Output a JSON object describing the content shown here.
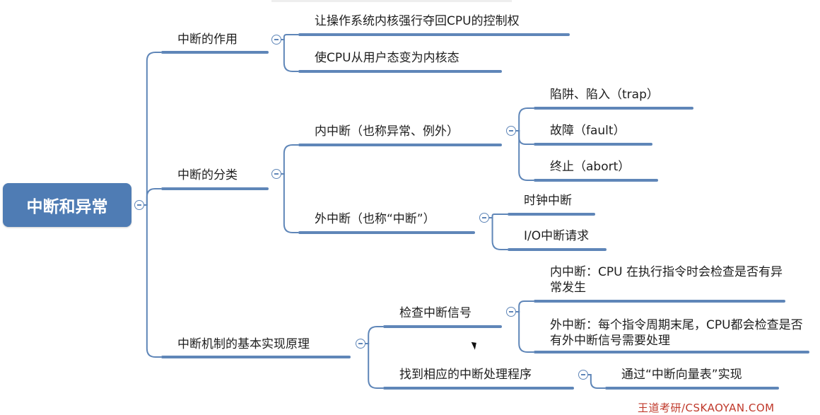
{
  "root": {
    "label": "中断和异常"
  },
  "branches": {
    "role": {
      "label": "中断的作用",
      "items": [
        "让操作系统内核强行夺回CPU的控制权",
        "使CPU从用户态变为内核态"
      ]
    },
    "types": {
      "label": "中断的分类",
      "internal": {
        "label": "内中断（也称异常、例外）",
        "items": [
          "陷阱、陷入（trap）",
          "故障（fault）",
          "终止（abort）"
        ]
      },
      "external": {
        "label": "外中断（也称“中断”）",
        "items": [
          "时钟中断",
          "I/O中断请求"
        ]
      }
    },
    "mechanism": {
      "label": "中断机制的基本实现原理",
      "check": {
        "label": "检查中断信号",
        "items": [
          "内中断：CPU 在执行指令时会检查是否有异常发生",
          "外中断：每个指令周期末尾，CPU都会检查是否有外中断信号需要处理"
        ]
      },
      "find": {
        "label": "找到相应的中断处理程序",
        "items": [
          "通过“中断向量表”实现"
        ]
      }
    }
  },
  "watermark": "王道考研/CSKAOYAN.COM",
  "colors": {
    "accent": "#5f86b8",
    "root_fill": "#4f7cb4"
  }
}
